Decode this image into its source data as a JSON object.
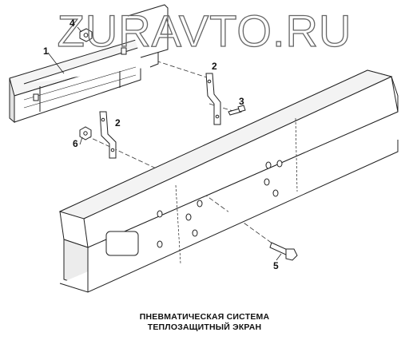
{
  "watermark": "ZURAVTO.RU",
  "callouts": {
    "c1": "1",
    "c2a": "2",
    "c2b": "2",
    "c3": "3",
    "c4": "4",
    "c5": "5",
    "c6": "6"
  },
  "caption": {
    "line1": "ПНЕВМАТИЧЕСКАЯ СИСТЕМА",
    "line2": "ТЕПЛОЗАЩИТНЫЙ ЭКРАН"
  }
}
